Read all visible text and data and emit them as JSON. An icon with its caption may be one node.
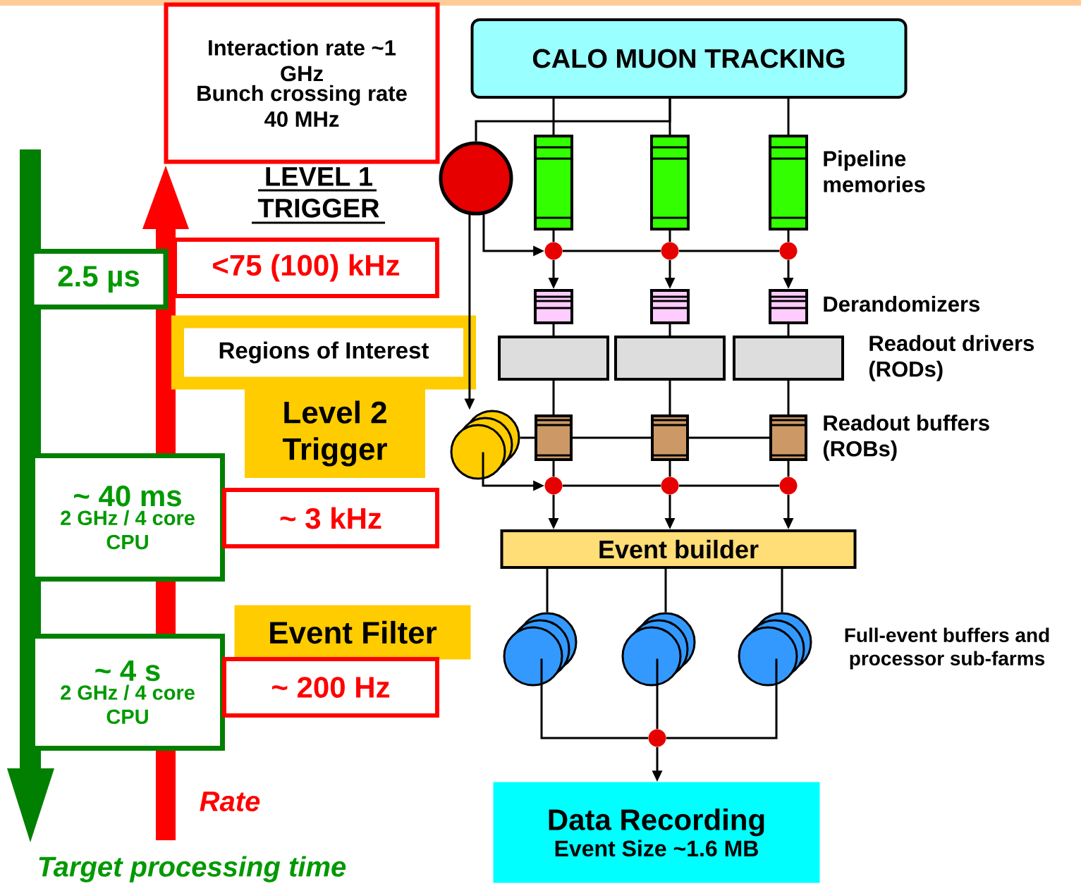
{
  "diagram": {
    "nodes": [
      {
        "text": [
          "CALO MUON TRACKING"
        ]
      },
      {
        "text": [],
        "shape": "bar"
      },
      {
        "text": [],
        "shape": "bar"
      },
      {
        "text": [],
        "shape": "bar",
        "beside": [
          "Pipeline memories"
        ]
      },
      {
        "text": [],
        "shape": "circle"
      },
      {
        "text": [],
        "shape": "dot"
      },
      {
        "text": [],
        "shape": "dot"
      },
      {
        "text": [],
        "shape": "dot"
      },
      {
        "text": [],
        "shape": "box"
      },
      {
        "text": [],
        "shape": "box"
      },
      {
        "text": [],
        "shape": "box",
        "beside": [
          "Derandomizers"
        ]
      },
      {
        "text": [],
        "shape": "box"
      },
      {
        "text": [],
        "shape": "box"
      },
      {
        "text": [],
        "shape": "box",
        "beside": [
          "Readout drivers (RODs)"
        ]
      },
      {
        "text": [],
        "shape": "circle"
      },
      {
        "text": [],
        "shape": "box"
      },
      {
        "text": [],
        "shape": "box"
      },
      {
        "text": [],
        "shape": "box",
        "beside": [
          "Readout buffers (ROBs)"
        ]
      },
      {
        "text": [],
        "shape": "dot"
      },
      {
        "text": [],
        "shape": "dot"
      },
      {
        "text": [],
        "shape": "dot"
      },
      {
        "text": [
          "Event builder"
        ]
      },
      {
        "text": [],
        "shape": "circle"
      },
      {
        "text": [],
        "shape": "circle"
      },
      {
        "text": [],
        "shape": "circle",
        "beside": [
          "Full-event buffers and processor sub-farms"
        ]
      },
      {
        "text": [],
        "shape": "dot"
      },
      {
        "text": [
          "Data Recording",
          "Event Size ~1.6 MB"
        ]
      },
      {
        "text": [
          "Interaction rate ~1 GHz",
          "Bunch crossing rate 40 MHz"
        ]
      },
      {
        "text": [
          "<75 (100) kHz"
        ]
      },
      {
        "text": [
          "2.5 µs"
        ]
      },
      {
        "text": [
          "Regions of Interest"
        ]
      },
      {
        "text": [
          "Level 2 Trigger"
        ]
      },
      {
        "text": [
          "~ 40 ms",
          "2 GHz / 4 core CPU"
        ]
      },
      {
        "text": [
          "~ 3 kHz"
        ]
      },
      {
        "text": [
          "Event Filter"
        ]
      },
      {
        "text": [
          "~ 4 s",
          "2 GHz / 4 core CPU"
        ]
      },
      {
        "text": [
          "~ 200 Hz"
        ]
      }
    ],
    "edges": [
      {
        "from": 0,
        "to": 1,
        "arrow": "none"
      },
      {
        "from": 0,
        "to": 2,
        "arrow": "none"
      },
      {
        "from": 0,
        "to": 3,
        "arrow": "none"
      },
      {
        "from": 0,
        "to": 4,
        "arrow": "none"
      },
      {
        "from": 1,
        "to": 5,
        "arrow": "none"
      },
      {
        "from": 2,
        "to": 6,
        "arrow": "none"
      },
      {
        "from": 3,
        "to": 7,
        "arrow": "none"
      },
      {
        "from": 4,
        "to": 5,
        "arrow": "to"
      },
      {
        "from": 5,
        "to": 6,
        "arrow": "none"
      },
      {
        "from": 6,
        "to": 7,
        "arrow": "none"
      },
      {
        "from": 5,
        "to": 8,
        "arrow": "to"
      },
      {
        "from": 6,
        "to": 9,
        "arrow": "to"
      },
      {
        "from": 7,
        "to": 10,
        "arrow": "to"
      },
      {
        "from": 8,
        "to": 11,
        "arrow": "none"
      },
      {
        "from": 9,
        "to": 12,
        "arrow": "none"
      },
      {
        "from": 10,
        "to": 13,
        "arrow": "none"
      },
      {
        "from": 11,
        "to": 15,
        "arrow": "none"
      },
      {
        "from": 12,
        "to": 16,
        "arrow": "none"
      },
      {
        "from": 13,
        "to": 17,
        "arrow": "none"
      },
      {
        "from": 4,
        "to": 14,
        "arrow": "to"
      },
      {
        "from": 14,
        "to": 15,
        "arrow": "none"
      },
      {
        "from": 15,
        "to": 16,
        "arrow": "none"
      },
      {
        "from": 16,
        "to": 17,
        "arrow": "none"
      },
      {
        "from": 15,
        "to": 18,
        "arrow": "none"
      },
      {
        "from": 16,
        "to": 19,
        "arrow": "none"
      },
      {
        "from": 17,
        "to": 20,
        "arrow": "none"
      },
      {
        "from": 14,
        "to": 18,
        "arrow": "to"
      },
      {
        "from": 18,
        "to": 19,
        "arrow": "none"
      },
      {
        "from": 19,
        "to": 20,
        "arrow": "none"
      },
      {
        "from": 18,
        "to": 21,
        "arrow": "to"
      },
      {
        "from": 19,
        "to": 21,
        "arrow": "to"
      },
      {
        "from": 20,
        "to": 21,
        "arrow": "to"
      },
      {
        "from": 21,
        "to": 22,
        "arrow": "none"
      },
      {
        "from": 21,
        "to": 23,
        "arrow": "none"
      },
      {
        "from": 21,
        "to": 24,
        "arrow": "none"
      },
      {
        "from": 22,
        "to": 25,
        "arrow": "none"
      },
      {
        "from": 23,
        "to": 25,
        "arrow": "none"
      },
      {
        "from": 24,
        "to": 25,
        "arrow": "none"
      },
      {
        "from": 25,
        "to": 26,
        "arrow": "to"
      }
    ],
    "labels": [
      "LEVEL 1 TRIGGER",
      "Rate",
      "Target processing time"
    ]
  }
}
